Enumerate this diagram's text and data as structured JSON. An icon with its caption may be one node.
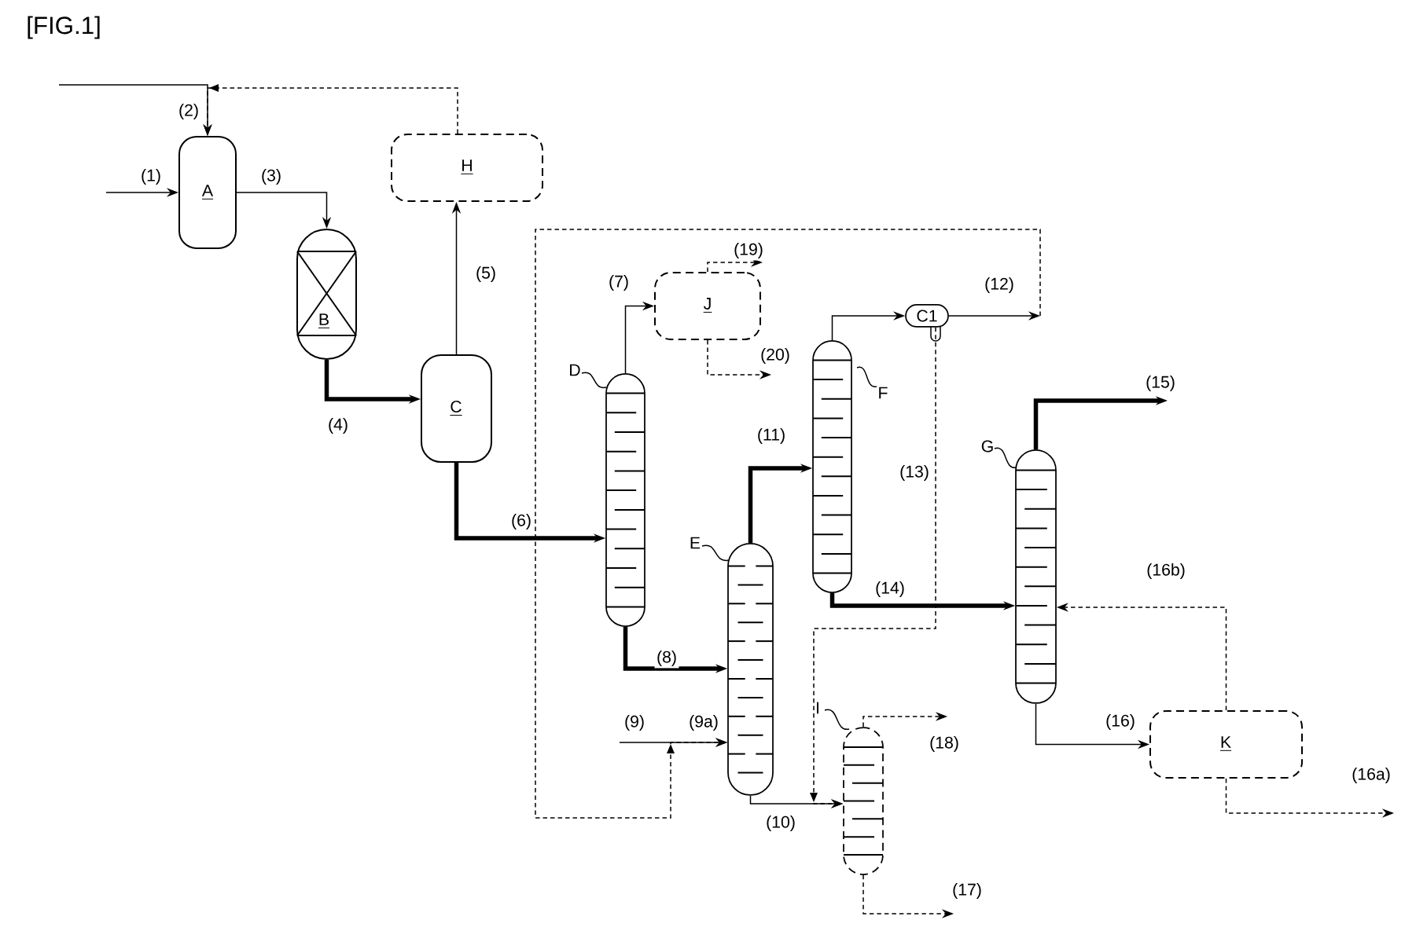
{
  "diagram": {
    "title": "[FIG.1]",
    "nodes": [
      {
        "text": [
          "A"
        ]
      },
      {
        "text": [
          "H"
        ]
      },
      {
        "text": [
          "B"
        ]
      },
      {
        "text": [
          "C"
        ]
      },
      {
        "text": [
          "J"
        ]
      },
      {
        "text": [
          "C1"
        ]
      },
      {
        "text": [
          "D"
        ]
      },
      {
        "text": [
          "F"
        ]
      },
      {
        "text": [
          "E"
        ]
      },
      {
        "text": [
          "G"
        ]
      },
      {
        "text": [
          "K"
        ]
      },
      {
        "text": [
          "I"
        ]
      }
    ],
    "edges": [
      {
        "from": null,
        "to": 0,
        "arrow": "to",
        "label": "(1)"
      },
      {
        "from": null,
        "to": 0,
        "arrow": "to",
        "label": "(2)"
      },
      {
        "from": 1,
        "to": 0,
        "arrow": "to",
        "style": "dashed"
      },
      {
        "from": 0,
        "to": 2,
        "arrow": "to",
        "label": "(3)"
      },
      {
        "from": 2,
        "to": 3,
        "arrow": "to",
        "label": "(4)",
        "style": "thick"
      },
      {
        "from": 3,
        "to": 1,
        "arrow": "to",
        "label": "(5)"
      },
      {
        "from": 3,
        "to": 6,
        "arrow": "to",
        "label": "(6)",
        "style": "thick"
      },
      {
        "from": 6,
        "to": 4,
        "arrow": "to",
        "label": "(7)"
      },
      {
        "from": 4,
        "to": null,
        "arrow": "to",
        "label": "(19)",
        "style": "dashed"
      },
      {
        "from": 4,
        "to": null,
        "arrow": "to",
        "label": "(20)",
        "style": "dashed"
      },
      {
        "from": 6,
        "to": 8,
        "arrow": "to",
        "label": "(8)",
        "style": "thick"
      },
      {
        "from": null,
        "to": 8,
        "arrow": "to",
        "label": "(9)"
      },
      {
        "from": 7,
        "to": 5,
        "arrow": "to"
      },
      {
        "from": 5,
        "to": null,
        "arrow": "to",
        "label": "(12)"
      },
      {
        "from": null,
        "to": 8,
        "arrow": "to",
        "style": "dashed"
      },
      {
        "from": 8,
        "to": 7,
        "arrow": "to",
        "label": "(11)",
        "style": "thick"
      },
      {
        "from": 5,
        "to": 11,
        "arrow": "to",
        "label": "(13)",
        "style": "dashed"
      },
      {
        "from": 8,
        "to": 11,
        "arrow": "to",
        "label": "(10)"
      },
      {
        "from": 7,
        "to": 9,
        "arrow": "to",
        "label": "(14)",
        "style": "thick"
      },
      {
        "from": 9,
        "to": null,
        "arrow": "to",
        "label": "(15)",
        "style": "thick"
      },
      {
        "from": 9,
        "to": 10,
        "arrow": "to",
        "label": "(16)"
      },
      {
        "from": 10,
        "to": 9,
        "arrow": "to",
        "label": "(16b)",
        "style": "dashed"
      },
      {
        "from": 10,
        "to": null,
        "arrow": "to",
        "label": "(16a)",
        "style": "dashed"
      },
      {
        "from": 11,
        "to": null,
        "arrow": "to",
        "label": "(18)",
        "style": "dashed"
      },
      {
        "from": 11,
        "to": null,
        "arrow": "to",
        "label": "(17)",
        "style": "dashed"
      }
    ],
    "labels": [
      "(9a)"
    ]
  }
}
